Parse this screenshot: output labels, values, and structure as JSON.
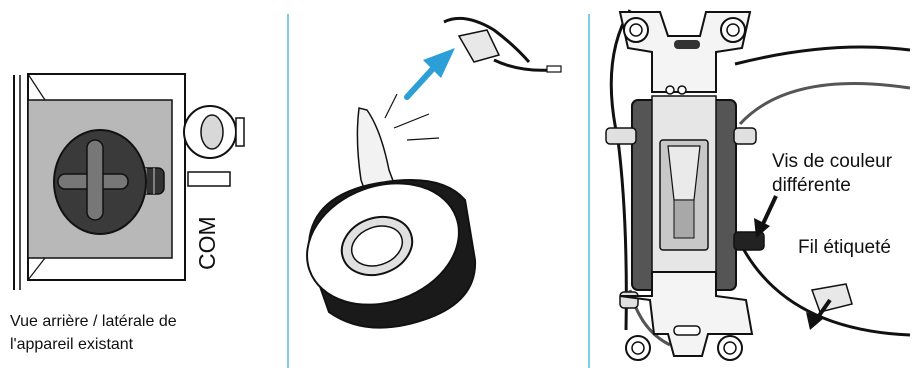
{
  "panel1": {
    "terminal_label": "COM",
    "caption_line1": "Vue arrière / latérale de",
    "caption_line2": "l'appareil existant"
  },
  "panel3": {
    "screw_label_line1": "Vis de couleur",
    "screw_label_line2": "différente",
    "wire_label": "Fil étiqueté"
  },
  "colors": {
    "divider": "#7fcbe4",
    "arrow_blue": "#2b9fd6",
    "ink": "#111111",
    "gray_fill": "#b8b8b8",
    "dark_fill": "#555555"
  }
}
